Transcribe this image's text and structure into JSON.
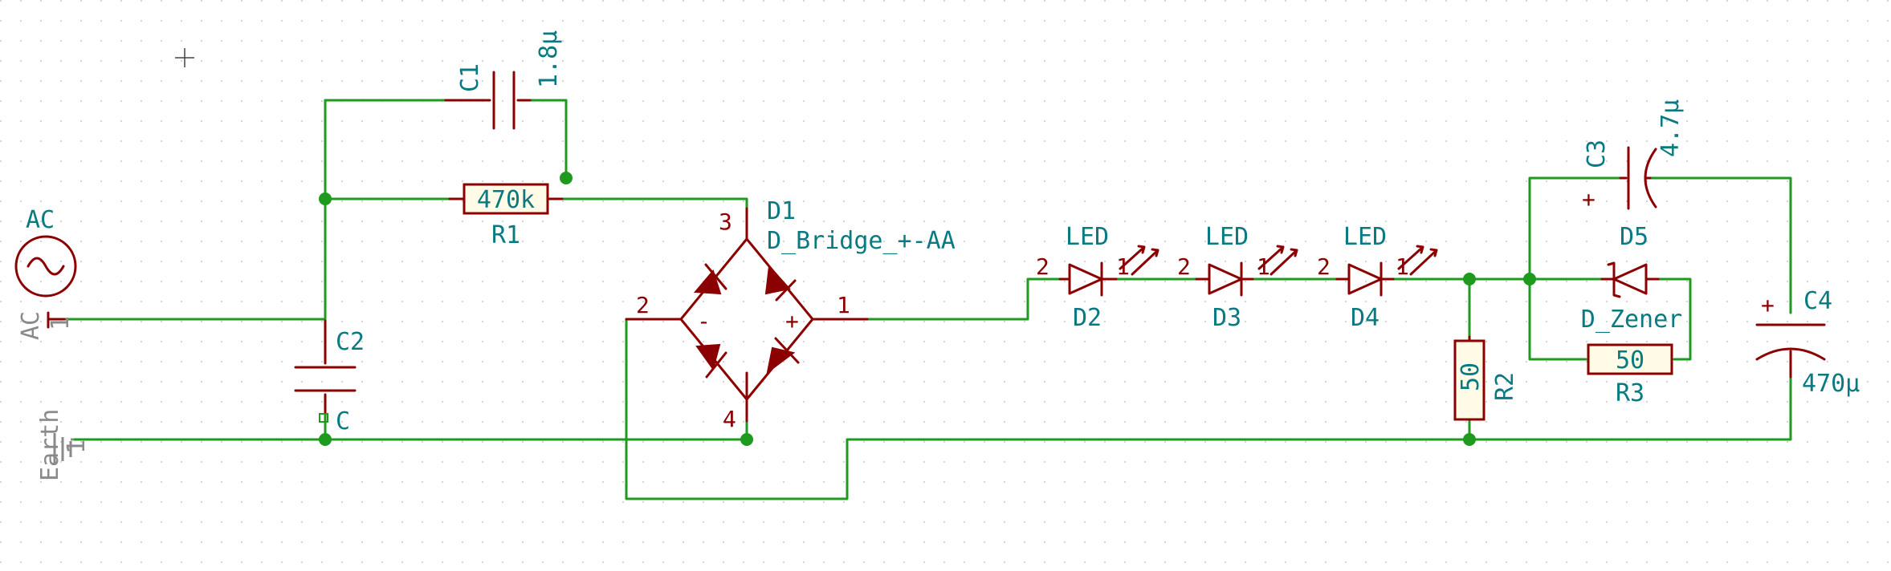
{
  "components": {
    "c1": {
      "ref": "C1",
      "value": "1.8µ"
    },
    "r1": {
      "ref": "R1",
      "value": "470k"
    },
    "d1": {
      "ref": "D1",
      "value": "D_Bridge_+-AA",
      "pin3": "3",
      "pin2": "2",
      "pin1": "1",
      "pin4": "4",
      "minus": "-",
      "plus": "+"
    },
    "c2": {
      "ref": "C2",
      "pin": "C"
    },
    "d2": {
      "ref": "D2",
      "value": "LED",
      "pin_a": "2",
      "pin_k": "1"
    },
    "d3": {
      "ref": "D3",
      "value": "LED",
      "pin_a": "2",
      "pin_k": "1"
    },
    "d4": {
      "ref": "D4",
      "value": "LED",
      "pin_a": "2",
      "pin_k": "1"
    },
    "r2": {
      "ref": "R2",
      "value": "50"
    },
    "c3": {
      "ref": "C3",
      "value": "4.7µ",
      "plus": "+"
    },
    "d5": {
      "ref": "D5",
      "value": "D_Zener"
    },
    "r3": {
      "ref": "R3",
      "value": "50"
    },
    "c4": {
      "ref": "C4",
      "value": "470µ",
      "plus": "+"
    },
    "ac_source": {
      "ref": "AC"
    }
  },
  "power": {
    "ac_label": "AC",
    "ac_pin": "1",
    "earth_label": "Earth",
    "earth_pin": "1"
  },
  "colors": {
    "wire": "#1e9a1e",
    "symbol": "#8b0000",
    "text": "#0a7a82",
    "power_text": "#8a8a8a"
  }
}
